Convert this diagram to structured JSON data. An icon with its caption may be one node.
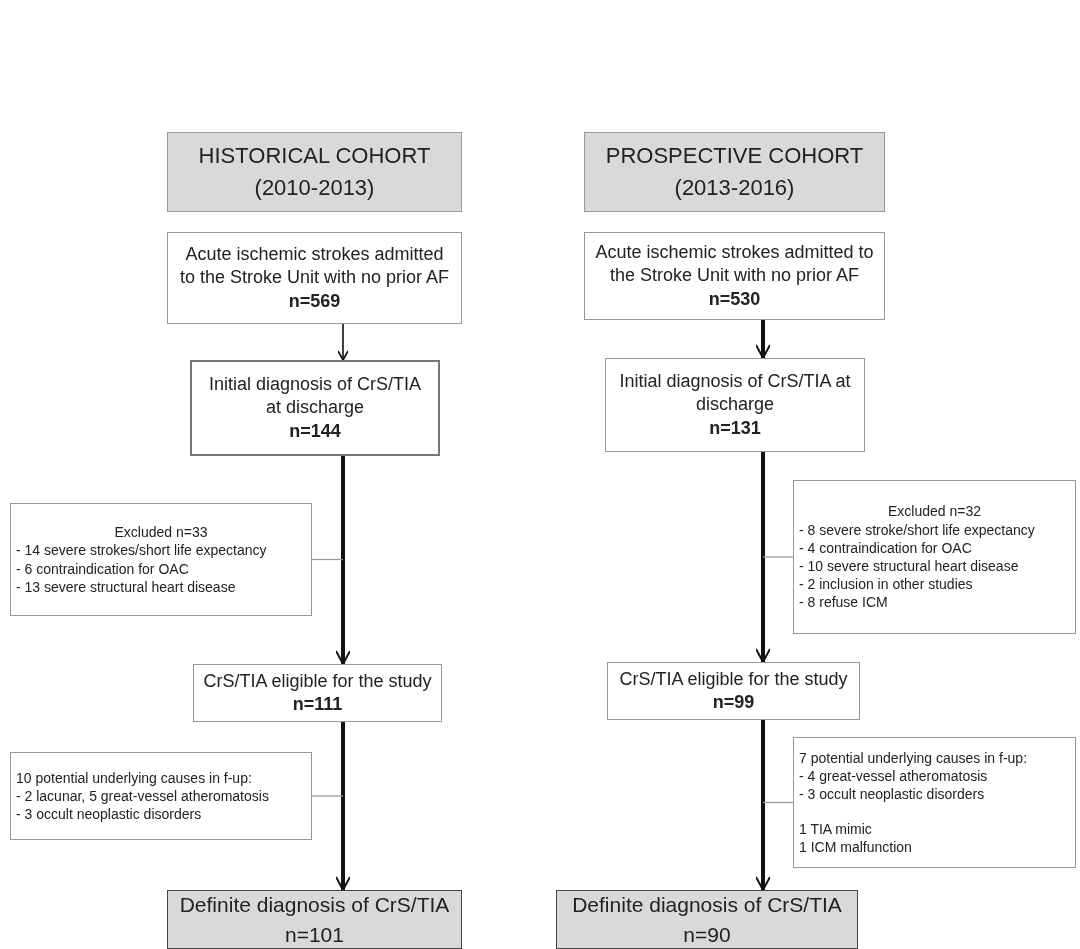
{
  "diagram": {
    "nodes": [
      {
        "text": [
          "HISTORICAL COHORT (2010-2013)"
        ]
      },
      {
        "text": [
          "Acute ischemic strokes admitted to the Stroke Unit with no prior AF",
          "n=569"
        ]
      },
      {
        "text": [
          "Initial diagnosis of CrS/TIA at discharge",
          "n=144"
        ]
      },
      {
        "text": [
          "Excluded n=33",
          "- 14 severe strokes/short life expectancy",
          "- 6 contraindication for OAC",
          "- 13 severe structural heart disease"
        ]
      },
      {
        "text": [
          "CrS/TIA eligible for the study",
          "n=111"
        ]
      },
      {
        "text": [
          "10 potential underlying causes in f-up:",
          "- 2 lacunar, 5 great-vessel atheromatosis",
          "- 3 occult neoplastic disorders"
        ]
      },
      {
        "text": [
          "Definite diagnosis of CrS/TIA",
          "n=101"
        ]
      },
      {
        "text": [
          "PROSPECTIVE COHORT (2013-2016)"
        ]
      },
      {
        "text": [
          "Acute ischemic strokes admitted to the Stroke Unit with no prior AF",
          "n=530"
        ]
      },
      {
        "text": [
          "Initial diagnosis of CrS/TIA at discharge",
          "n=131"
        ]
      },
      {
        "text": [
          "Excluded n=32",
          "- 8 severe stroke/short life expectancy",
          "- 4 contraindication for OAC",
          "- 10 severe structural heart disease",
          "- 2 inclusion in other studies",
          "- 8 refuse ICM"
        ]
      },
      {
        "text": [
          "CrS/TIA eligible for the study",
          "n=99"
        ]
      },
      {
        "text": [
          "7 potential underlying causes in f-up:",
          "- 4 great-vessel atheromatosis",
          "- 3 occult neoplastic disorders",
          "1 TIA mimic",
          "1 ICM malfunction"
        ]
      },
      {
        "text": [
          "Definite diagnosis of CrS/TIA",
          "n=90"
        ]
      }
    ],
    "edges": [
      {
        "from": 1,
        "to": 2,
        "arrow": "to"
      },
      {
        "from": 2,
        "to": 4,
        "arrow": "to",
        "style": "thick"
      },
      {
        "from": 3,
        "to": null,
        "arrow": "none",
        "color": "#999999"
      },
      {
        "from": 4,
        "to": 6,
        "arrow": "to",
        "style": "thick"
      },
      {
        "from": 5,
        "to": null,
        "arrow": "none",
        "color": "#999999"
      },
      {
        "from": 8,
        "to": 9,
        "arrow": "to",
        "style": "thick"
      },
      {
        "from": 9,
        "to": 11,
        "arrow": "to",
        "style": "thick"
      },
      {
        "from": 10,
        "to": null,
        "arrow": "none",
        "color": "#999999"
      },
      {
        "from": 11,
        "to": 13,
        "arrow": "to",
        "style": "thick"
      },
      {
        "from": 12,
        "to": null,
        "arrow": "none",
        "color": "#999999"
      }
    ]
  }
}
